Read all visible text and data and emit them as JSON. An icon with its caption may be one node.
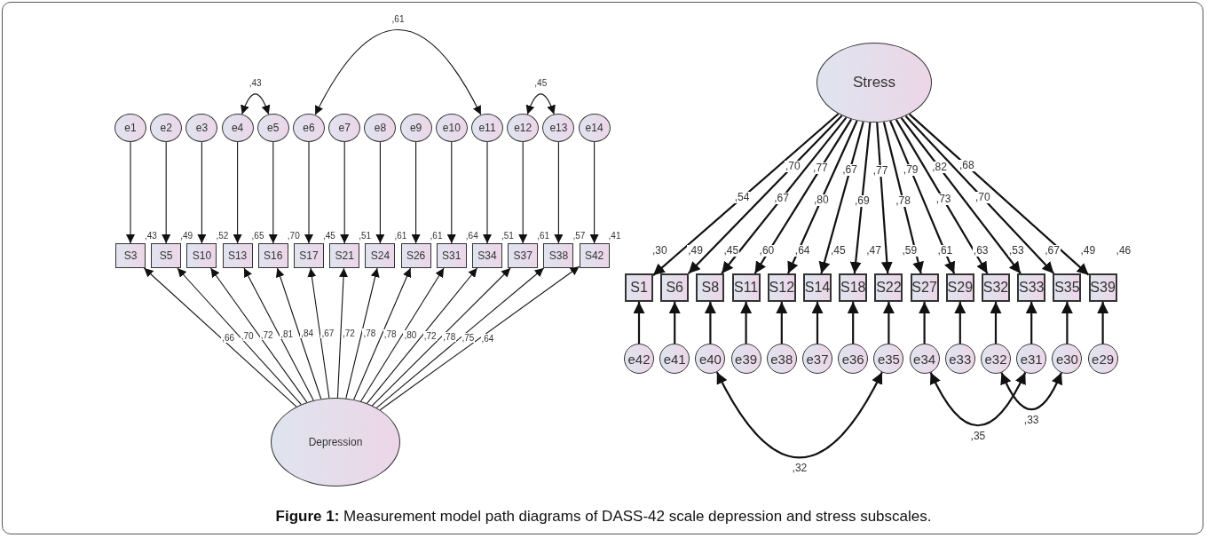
{
  "diagram": {
    "caption": "**Figure 1:** Measurement model path diagrams of DASS-42 scale depression and stress subscales.",
    "nodes": [
      {
        "text": [
          "e1"
        ]
      },
      {
        "text": [
          "e2"
        ]
      },
      {
        "text": [
          "e3"
        ]
      },
      {
        "text": [
          "e4"
        ]
      },
      {
        "text": [
          "e5"
        ]
      },
      {
        "text": [
          "e6"
        ]
      },
      {
        "text": [
          "e7"
        ]
      },
      {
        "text": [
          "e8"
        ]
      },
      {
        "text": [
          "e9"
        ]
      },
      {
        "text": [
          "e10"
        ]
      },
      {
        "text": [
          "e11"
        ]
      },
      {
        "text": [
          "e12"
        ]
      },
      {
        "text": [
          "e13"
        ]
      },
      {
        "text": [
          "e14"
        ]
      },
      {
        "text": [
          "S3"
        ],
        "beside": [
          ",43"
        ]
      },
      {
        "text": [
          "S5"
        ],
        "beside": [
          ",49"
        ]
      },
      {
        "text": [
          "S10"
        ],
        "beside": [
          ",52"
        ]
      },
      {
        "text": [
          "S13"
        ],
        "beside": [
          ",65"
        ]
      },
      {
        "text": [
          "S16"
        ],
        "beside": [
          ",70"
        ]
      },
      {
        "text": [
          "S17"
        ],
        "beside": [
          ",45"
        ]
      },
      {
        "text": [
          "S21"
        ],
        "beside": [
          ",51"
        ]
      },
      {
        "text": [
          "S24"
        ],
        "beside": [
          ",61"
        ]
      },
      {
        "text": [
          "S26"
        ],
        "beside": [
          ",61"
        ]
      },
      {
        "text": [
          "S31"
        ],
        "beside": [
          ",64"
        ]
      },
      {
        "text": [
          "S34"
        ],
        "beside": [
          ",51"
        ]
      },
      {
        "text": [
          "S37"
        ],
        "beside": [
          ",61"
        ]
      },
      {
        "text": [
          "S38"
        ],
        "beside": [
          ",57"
        ]
      },
      {
        "text": [
          "S42"
        ],
        "beside": [
          ",41"
        ]
      },
      {
        "text": [
          "Depression"
        ]
      },
      {
        "text": [
          "Stress"
        ]
      },
      {
        "text": [
          "S1"
        ],
        "beside": [
          ",30"
        ]
      },
      {
        "text": [
          "S6"
        ],
        "beside": [
          ",49"
        ]
      },
      {
        "text": [
          "S8"
        ],
        "beside": [
          ",45"
        ]
      },
      {
        "text": [
          "S11"
        ],
        "beside": [
          ",60"
        ]
      },
      {
        "text": [
          "S12"
        ],
        "beside": [
          ",64"
        ]
      },
      {
        "text": [
          "S14"
        ],
        "beside": [
          ",45"
        ]
      },
      {
        "text": [
          "S18"
        ],
        "beside": [
          ",47"
        ]
      },
      {
        "text": [
          "S22"
        ],
        "beside": [
          ",59"
        ]
      },
      {
        "text": [
          "S27"
        ],
        "beside": [
          ",61"
        ]
      },
      {
        "text": [
          "S29"
        ],
        "beside": [
          ",63"
        ]
      },
      {
        "text": [
          "S32"
        ],
        "beside": [
          ",53"
        ]
      },
      {
        "text": [
          "S33"
        ],
        "beside": [
          ",67"
        ]
      },
      {
        "text": [
          "S35"
        ],
        "beside": [
          ",49"
        ]
      },
      {
        "text": [
          "S39"
        ],
        "beside": [
          ",46"
        ]
      },
      {
        "text": [
          "e42"
        ]
      },
      {
        "text": [
          "e41"
        ]
      },
      {
        "text": [
          "e40"
        ]
      },
      {
        "text": [
          "e39"
        ]
      },
      {
        "text": [
          "e38"
        ]
      },
      {
        "text": [
          "e37"
        ]
      },
      {
        "text": [
          "e36"
        ]
      },
      {
        "text": [
          "e35"
        ]
      },
      {
        "text": [
          "e34"
        ]
      },
      {
        "text": [
          "e33"
        ]
      },
      {
        "text": [
          "e32"
        ]
      },
      {
        "text": [
          "e31"
        ]
      },
      {
        "text": [
          "e30"
        ]
      },
      {
        "text": [
          "e29"
        ]
      }
    ],
    "edges": [
      {
        "from": 3,
        "to": 4,
        "arrow": "both",
        "label": ",43"
      },
      {
        "from": 5,
        "to": 10,
        "arrow": "both",
        "label": ",61"
      },
      {
        "from": 11,
        "to": 12,
        "arrow": "both",
        "label": ",45"
      },
      {
        "from": 0,
        "to": 14,
        "arrow": "to"
      },
      {
        "from": 1,
        "to": 15,
        "arrow": "to"
      },
      {
        "from": 2,
        "to": 16,
        "arrow": "to"
      },
      {
        "from": 3,
        "to": 17,
        "arrow": "to"
      },
      {
        "from": 4,
        "to": 18,
        "arrow": "to"
      },
      {
        "from": 5,
        "to": 19,
        "arrow": "to"
      },
      {
        "from": 6,
        "to": 20,
        "arrow": "to"
      },
      {
        "from": 7,
        "to": 21,
        "arrow": "to"
      },
      {
        "from": 8,
        "to": 22,
        "arrow": "to"
      },
      {
        "from": 9,
        "to": 23,
        "arrow": "to"
      },
      {
        "from": 10,
        "to": 24,
        "arrow": "to"
      },
      {
        "from": 11,
        "to": 25,
        "arrow": "to"
      },
      {
        "from": 12,
        "to": 26,
        "arrow": "to"
      },
      {
        "from": 13,
        "to": 27,
        "arrow": "to"
      },
      {
        "from": 28,
        "to": 14,
        "arrow": "to",
        "label": ",66"
      },
      {
        "from": 28,
        "to": 15,
        "arrow": "to",
        "label": ",70"
      },
      {
        "from": 28,
        "to": 16,
        "arrow": "to",
        "label": ",72"
      },
      {
        "from": 28,
        "to": 17,
        "arrow": "to",
        "label": ",81"
      },
      {
        "from": 28,
        "to": 18,
        "arrow": "to",
        "label": ",84"
      },
      {
        "from": 28,
        "to": 19,
        "arrow": "to",
        "label": ",67"
      },
      {
        "from": 28,
        "to": 20,
        "arrow": "to",
        "label": ",72"
      },
      {
        "from": 28,
        "to": 21,
        "arrow": "to",
        "label": ",78"
      },
      {
        "from": 28,
        "to": 22,
        "arrow": "to",
        "label": ",78"
      },
      {
        "from": 28,
        "to": 23,
        "arrow": "to",
        "label": ",80"
      },
      {
        "from": 28,
        "to": 24,
        "arrow": "to",
        "label": ",72"
      },
      {
        "from": 28,
        "to": 25,
        "arrow": "to",
        "label": ",78"
      },
      {
        "from": 28,
        "to": 26,
        "arrow": "to",
        "label": ",75"
      },
      {
        "from": 28,
        "to": 27,
        "arrow": "to",
        "label": ",64"
      },
      {
        "from": 29,
        "to": 30,
        "arrow": "to",
        "label": ",54"
      },
      {
        "from": 29,
        "to": 31,
        "arrow": "to",
        "label": ",70"
      },
      {
        "from": 29,
        "to": 32,
        "arrow": "to",
        "label": ",67"
      },
      {
        "from": 29,
        "to": 33,
        "arrow": "to",
        "label": ",77"
      },
      {
        "from": 29,
        "to": 34,
        "arrow": "to",
        "label": ",80"
      },
      {
        "from": 29,
        "to": 35,
        "arrow": "to",
        "label": ",67"
      },
      {
        "from": 29,
        "to": 36,
        "arrow": "to",
        "label": ",69"
      },
      {
        "from": 29,
        "to": 37,
        "arrow": "to",
        "label": ",77"
      },
      {
        "from": 29,
        "to": 38,
        "arrow": "to",
        "label": ",78"
      },
      {
        "from": 29,
        "to": 39,
        "arrow": "to",
        "label": ",79"
      },
      {
        "from": 29,
        "to": 40,
        "arrow": "to",
        "label": ",73"
      },
      {
        "from": 29,
        "to": 41,
        "arrow": "to",
        "label": ",82"
      },
      {
        "from": 29,
        "to": 42,
        "arrow": "to",
        "label": ",70"
      },
      {
        "from": 29,
        "to": 43,
        "arrow": "to",
        "label": ",68"
      },
      {
        "from": 44,
        "to": 30,
        "arrow": "to"
      },
      {
        "from": 45,
        "to": 31,
        "arrow": "to"
      },
      {
        "from": 46,
        "to": 32,
        "arrow": "to"
      },
      {
        "from": 47,
        "to": 33,
        "arrow": "to"
      },
      {
        "from": 48,
        "to": 34,
        "arrow": "to"
      },
      {
        "from": 49,
        "to": 35,
        "arrow": "to"
      },
      {
        "from": 50,
        "to": 36,
        "arrow": "to"
      },
      {
        "from": 51,
        "to": 37,
        "arrow": "to"
      },
      {
        "from": 52,
        "to": 38,
        "arrow": "to"
      },
      {
        "from": 53,
        "to": 39,
        "arrow": "to"
      },
      {
        "from": 54,
        "to": 40,
        "arrow": "to"
      },
      {
        "from": 55,
        "to": 41,
        "arrow": "to"
      },
      {
        "from": 56,
        "to": 42,
        "arrow": "to"
      },
      {
        "from": 57,
        "to": 43,
        "arrow": "to"
      },
      {
        "from": 46,
        "to": 51,
        "arrow": "both",
        "label": ",32"
      },
      {
        "from": 52,
        "to": 55,
        "arrow": "both",
        "label": ",35"
      },
      {
        "from": 54,
        "to": 56,
        "arrow": "both",
        "label": ",33"
      }
    ]
  }
}
